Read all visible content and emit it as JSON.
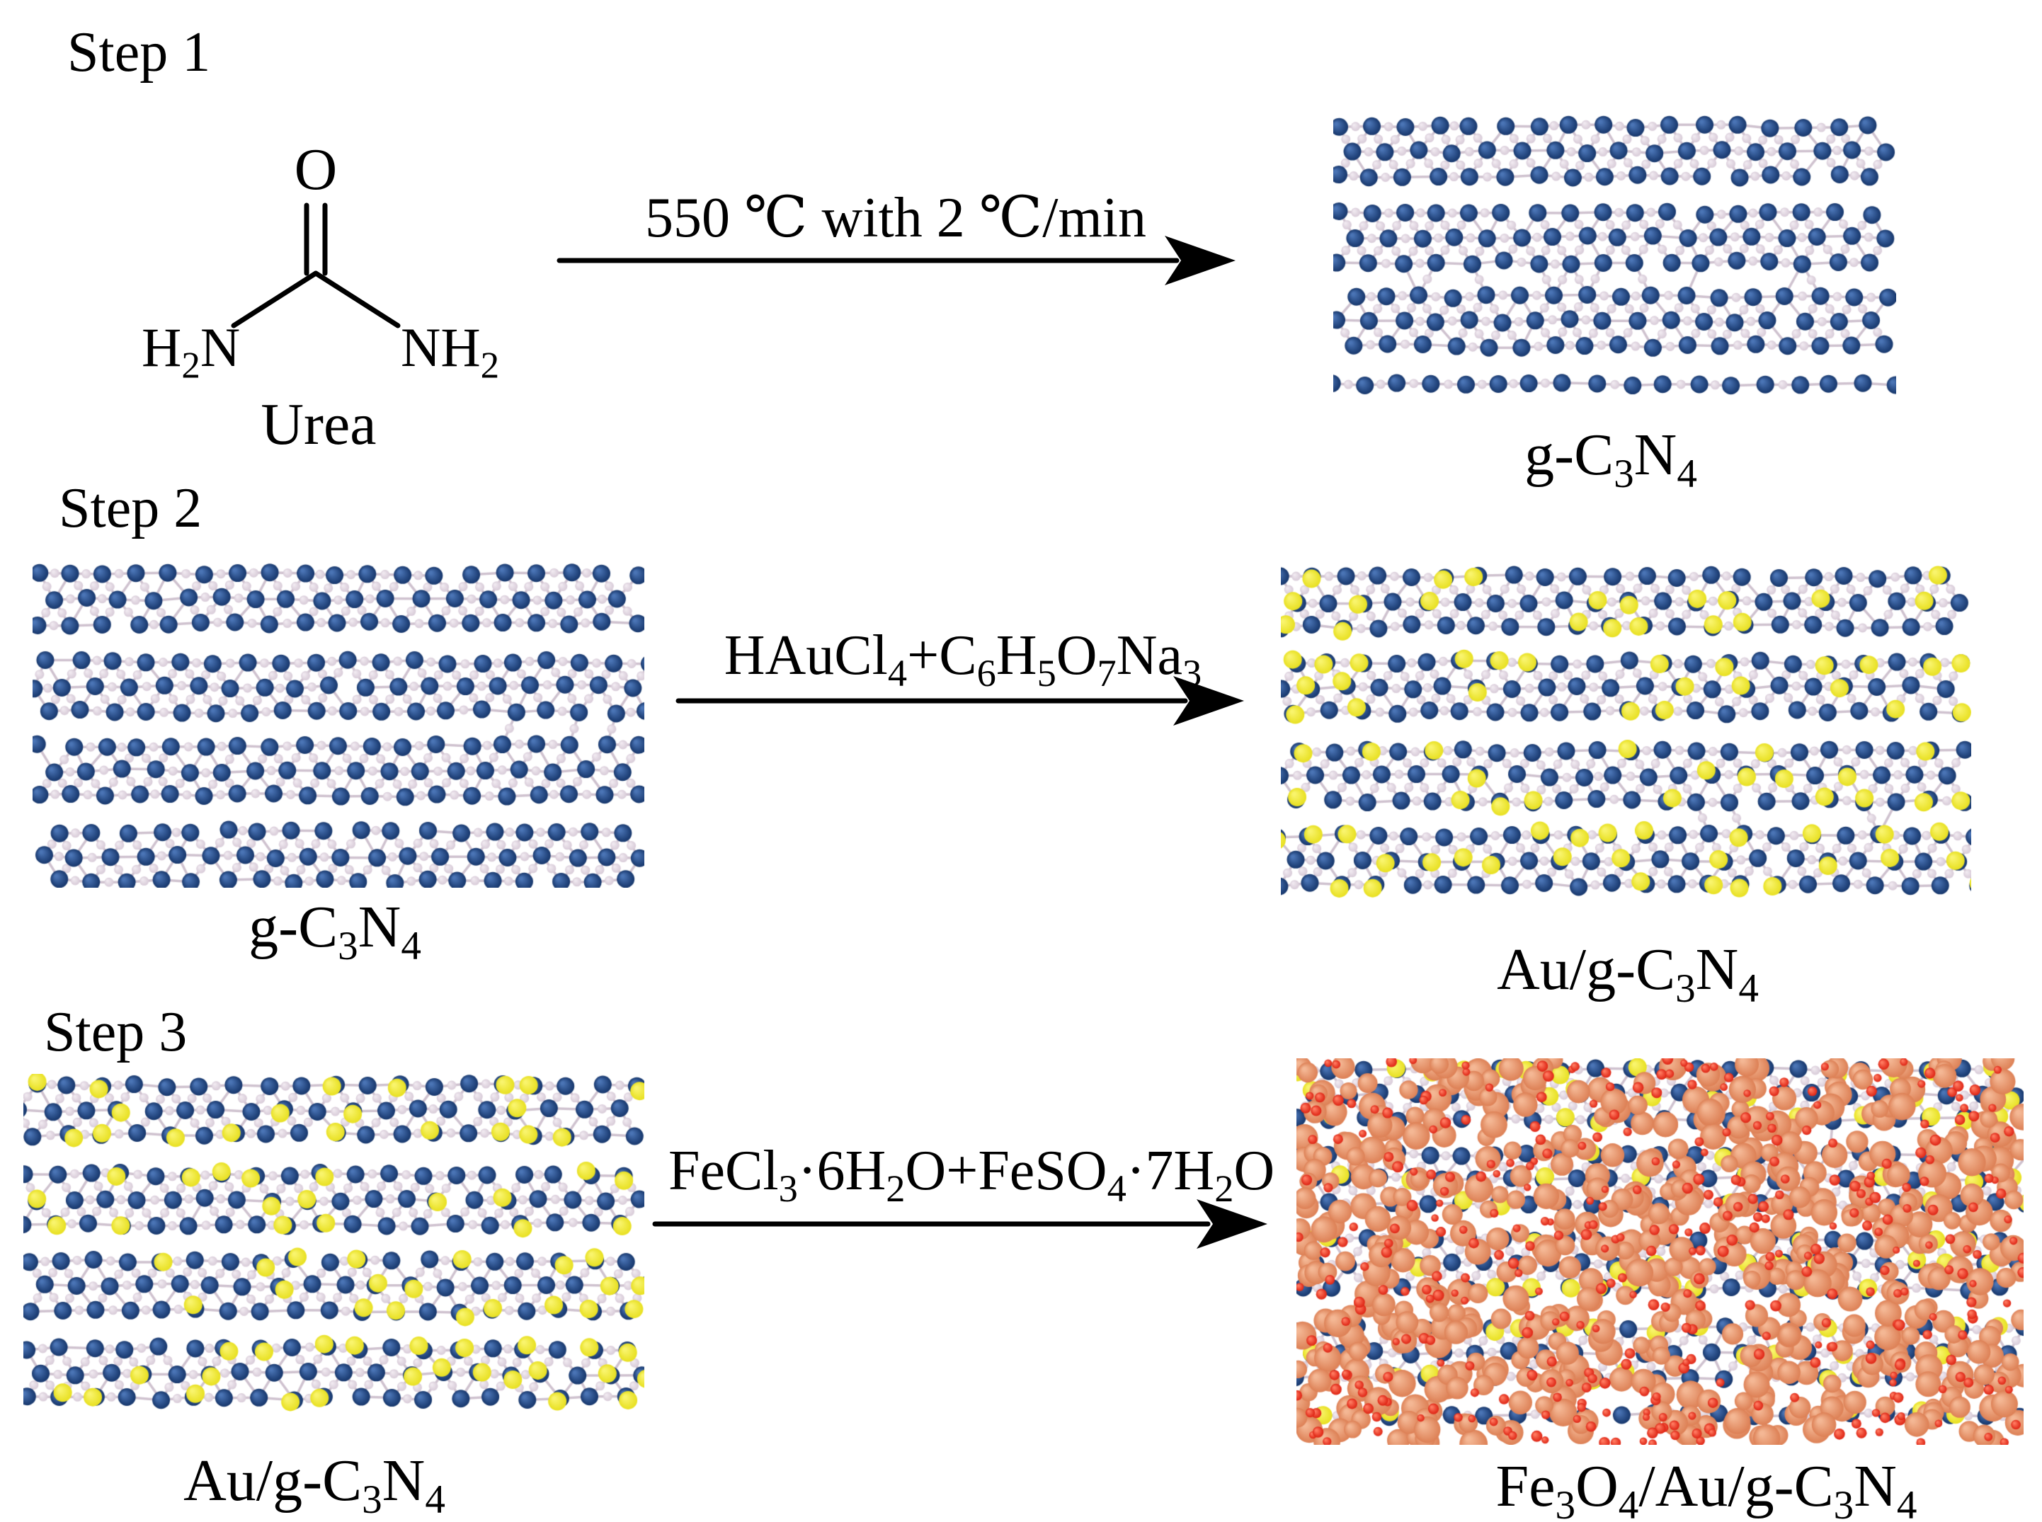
{
  "steps": [
    {
      "label": "Step 1",
      "reagent": "550 ℃ with 2 ℃/min",
      "reactant_label": "Urea",
      "product_label": "g-C_3N_4"
    },
    {
      "label": "Step 2",
      "reagent": "HAuCl_4+C_6H_5O_7Na_3",
      "reactant_label": "g-C_3N_4",
      "product_label": "Au/g-C_3N_4"
    },
    {
      "label": "Step 3",
      "reagent": "FeCl_3·6H_2O+FeSO_4·7H_2O",
      "reactant_label": "Au/g-C_3N_4",
      "product_label": "Fe_3O_4/Au/g-C_3N_4"
    }
  ],
  "urea": {
    "oxygen": "O",
    "left_group": "H_2N",
    "right_group": "NH_2",
    "caption": "Urea"
  },
  "colors": {
    "nitrogen_blue": "#16366b",
    "nitrogen_highlight": "#4a74b5",
    "carbon_pale": "#d8cbd8",
    "carbon_highlight": "#f0e9f0",
    "bond_pale": "#cfc2cf",
    "gold_yellow": "#e8e020",
    "gold_highlight": "#f9f46c",
    "iron_orange": "#dd8055",
    "iron_highlight": "#f4b794",
    "oxide_red": "#de2212",
    "oxide_highlight": "#ff7a60",
    "arrow_black": "#000000"
  }
}
